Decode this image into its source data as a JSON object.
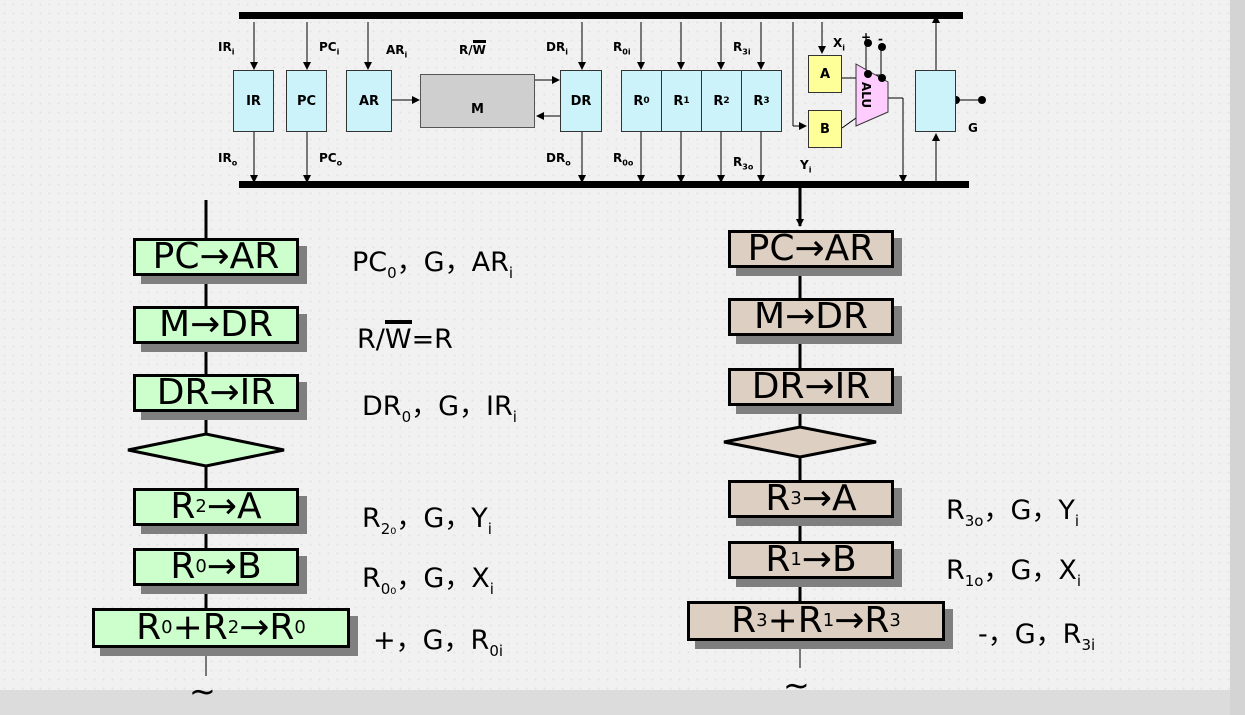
{
  "datapath": {
    "registers": {
      "ir": "IR",
      "pc": "PC",
      "ar": "AR",
      "m": "M",
      "dr": "DR",
      "r0": "R",
      "r0_sub": "0",
      "r1": "R",
      "r1_sub": "1",
      "r2": "R",
      "r2_sub": "2",
      "r3": "R",
      "r3_sub": "3",
      "a": "A",
      "b": "B",
      "alu": "ALU",
      "g": "G"
    },
    "top_labels": {
      "ir_in": "IR",
      "ir_in_sub": "i",
      "pc_in": "PC",
      "pc_in_sub": "i",
      "ar_in": "AR",
      "ar_in_sub": "i",
      "rw": "R/",
      "rw_w": "W",
      "dr_in": "DR",
      "dr_in_sub": "i",
      "r0_in": "R",
      "r0_in_sub": "0i",
      "r3_in": "R",
      "r3_in_sub": "3i",
      "x_in": "X",
      "x_in_sub": "i",
      "plus": "+",
      "minus": "-"
    },
    "bottom_labels": {
      "ir_out": "IR",
      "ir_out_sub": "o",
      "pc_out": "PC",
      "pc_out_sub": "o",
      "dr_out": "DR",
      "dr_out_sub": "o",
      "r0_out": "R",
      "r0_out_sub": "0o",
      "r3_out": "R",
      "r3_out_sub": "3o",
      "y_in": "Y",
      "y_in_sub": "i"
    }
  },
  "left_flow": {
    "steps": [
      {
        "p1": "PC→AR"
      },
      {
        "p1": "M→DR"
      },
      {
        "p1": "DR→IR"
      },
      {
        "p1": "R",
        "s1": "2",
        "p2": "→A"
      },
      {
        "p1": "R",
        "s1": "0",
        "p2": "→B"
      },
      {
        "p1": "R",
        "s1": "0",
        "p2": "+R",
        "s2": "2",
        "p3": "→R",
        "s3": "0"
      }
    ],
    "signals": [
      {
        "a": "PC",
        "as": "0",
        "b": "，G，AR",
        "bs": "i"
      },
      {
        "a": "R/",
        "w": "W",
        "b": "=R"
      },
      {
        "a": "DR",
        "as": "0",
        "b": "，G，IR",
        "bs": "i"
      },
      {
        "a": "R",
        "as": "2₀",
        "b": "，G，Y",
        "bs": "i"
      },
      {
        "a": "R",
        "as": "0₀",
        "b": "，G，X",
        "bs": "i"
      },
      {
        "a": "+，G，R",
        "as": "0i"
      }
    ],
    "continuation": "~"
  },
  "right_flow": {
    "steps": [
      {
        "p1": "PC→AR"
      },
      {
        "p1": "M→DR"
      },
      {
        "p1": "DR→IR"
      },
      {
        "p1": "R",
        "s1": "3",
        "p2": "→A"
      },
      {
        "p1": "R",
        "s1": "1",
        "p2": "→B"
      },
      {
        "p1": "R",
        "s1": "3",
        "p2": "+R",
        "s2": "1",
        "p3": "→R",
        "s3": "3"
      }
    ],
    "signals": [
      {
        "a": "R",
        "as": "3o",
        "b": "，G，Y",
        "bs": "i"
      },
      {
        "a": "R",
        "as": "1o",
        "b": "，G，X",
        "bs": "i"
      },
      {
        "a": "-，G，R",
        "as": "3i"
      }
    ],
    "continuation": "~"
  },
  "colors": {
    "register_fill": "#ccf2fa",
    "memory_fill": "#cfcfcf",
    "ab_fill": "#ffff99",
    "alu_fill": "#ffccff",
    "left_box_fill": "#ccffcc",
    "right_box_fill": "#ddd0c2",
    "shadow": "#7f7f7f"
  }
}
